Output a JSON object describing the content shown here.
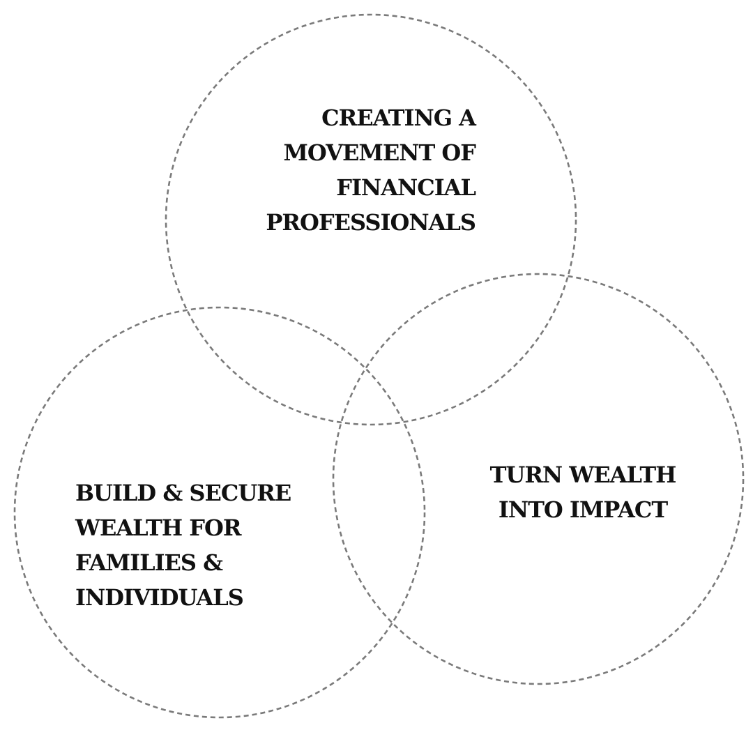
{
  "diagram": {
    "type": "venn",
    "circles": [
      {
        "id": "top",
        "label_lines": [
          "CREATING A",
          "MOVEMENT OF",
          "FINANCIAL",
          "PROFESSIONALS"
        ]
      },
      {
        "id": "bottom-left",
        "label_lines": [
          "BUILD & SECURE",
          "WEALTH FOR",
          "FAMILIES &",
          "INDIVIDUALS"
        ]
      },
      {
        "id": "bottom-right",
        "label_lines": [
          "TURN WEALTH",
          "INTO IMPACT"
        ]
      }
    ],
    "style": {
      "stroke_color": "#7a7a7a",
      "text_color": "#111111",
      "background": "#ffffff",
      "stroke_style": "dashed"
    }
  }
}
